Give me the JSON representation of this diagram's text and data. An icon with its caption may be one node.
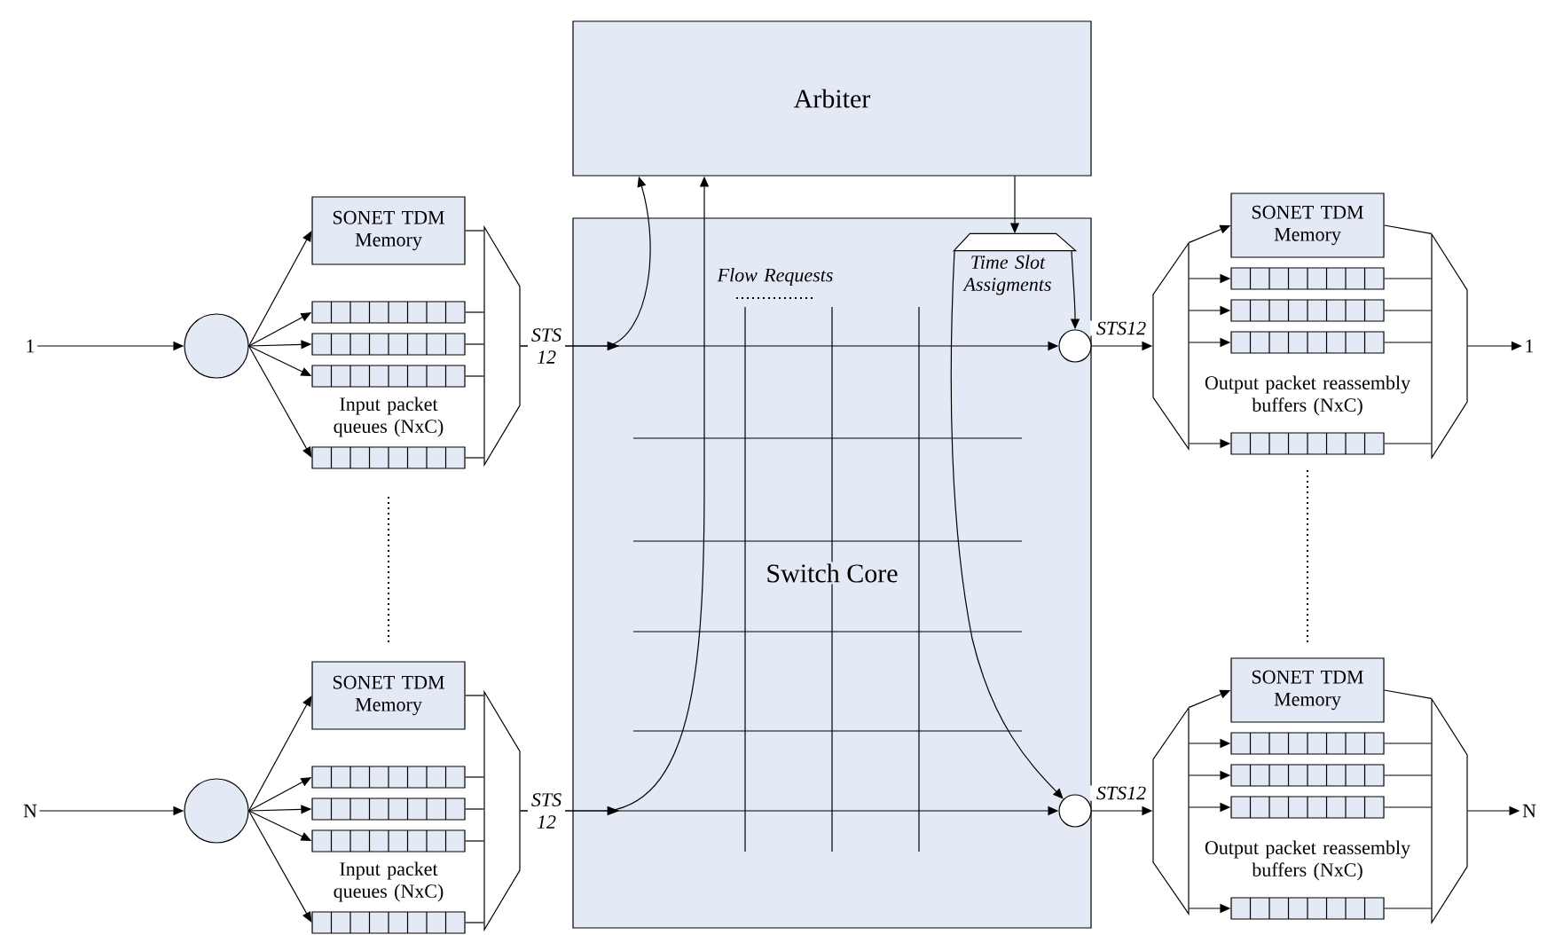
{
  "diagram": {
    "nodes": [
      {
        "text": [
          "1"
        ]
      },
      {
        "text": [],
        "shape": "circle"
      },
      {
        "text": [
          "SONET TDM Memory"
        ]
      },
      {
        "text": [],
        "shape": "bar"
      },
      {
        "text": [],
        "shape": "bar"
      },
      {
        "text": [],
        "shape": "bar"
      },
      {
        "text": [],
        "shape": "bar"
      },
      {
        "text": [],
        "shape": "trapezoid"
      },
      {
        "text": [
          "N"
        ]
      },
      {
        "text": [],
        "shape": "circle"
      },
      {
        "text": [
          "SONET TDM Memory"
        ]
      },
      {
        "text": [],
        "shape": "bar"
      },
      {
        "text": [],
        "shape": "bar"
      },
      {
        "text": [],
        "shape": "bar"
      },
      {
        "text": [],
        "shape": "bar"
      },
      {
        "text": [],
        "shape": "trapezoid"
      },
      {
        "text": [
          "Arbiter"
        ]
      },
      {
        "text": [
          "Switch Core"
        ]
      },
      {
        "text": [],
        "shape": "trapezoid",
        "in": 17
      },
      {
        "text": [],
        "shape": "circle",
        "in": 17
      },
      {
        "text": [],
        "shape": "circle",
        "in": 17
      },
      {
        "text": [],
        "shape": "trapezoid"
      },
      {
        "text": [
          "SONET TDM Memory"
        ]
      },
      {
        "text": [],
        "shape": "bar"
      },
      {
        "text": [],
        "shape": "bar"
      },
      {
        "text": [],
        "shape": "bar"
      },
      {
        "text": [],
        "shape": "bar"
      },
      {
        "text": [],
        "shape": "trapezoid"
      },
      {
        "text": [
          "1"
        ]
      },
      {
        "text": [],
        "shape": "trapezoid"
      },
      {
        "text": [
          "SONET TDM Memory"
        ]
      },
      {
        "text": [],
        "shape": "bar"
      },
      {
        "text": [],
        "shape": "bar"
      },
      {
        "text": [],
        "shape": "bar"
      },
      {
        "text": [],
        "shape": "bar"
      },
      {
        "text": [],
        "shape": "trapezoid"
      },
      {
        "text": [
          "N"
        ]
      }
    ],
    "edges": [
      {
        "from": 0,
        "to": 1,
        "arrow": "to"
      },
      {
        "from": 1,
        "to": 2,
        "arrow": "to"
      },
      {
        "from": 1,
        "to": 3,
        "arrow": "to"
      },
      {
        "from": 1,
        "to": 4,
        "arrow": "to"
      },
      {
        "from": 1,
        "to": 5,
        "arrow": "to"
      },
      {
        "from": 1,
        "to": 6,
        "arrow": "to"
      },
      {
        "from": 2,
        "to": 7,
        "arrow": "none"
      },
      {
        "from": 3,
        "to": 7,
        "arrow": "none"
      },
      {
        "from": 4,
        "to": 7,
        "arrow": "none"
      },
      {
        "from": 5,
        "to": 7,
        "arrow": "none"
      },
      {
        "from": 6,
        "to": 7,
        "arrow": "none"
      },
      {
        "from": 7,
        "to": 19,
        "arrow": "to",
        "label": "STS 12"
      },
      {
        "from": 7,
        "to": 16,
        "arrow": "to"
      },
      {
        "from": 8,
        "to": 9,
        "arrow": "to"
      },
      {
        "from": 9,
        "to": 10,
        "arrow": "to"
      },
      {
        "from": 9,
        "to": 11,
        "arrow": "to"
      },
      {
        "from": 9,
        "to": 12,
        "arrow": "to"
      },
      {
        "from": 9,
        "to": 13,
        "arrow": "to"
      },
      {
        "from": 9,
        "to": 14,
        "arrow": "to"
      },
      {
        "from": 10,
        "to": 15,
        "arrow": "none"
      },
      {
        "from": 11,
        "to": 15,
        "arrow": "none"
      },
      {
        "from": 12,
        "to": 15,
        "arrow": "none"
      },
      {
        "from": 13,
        "to": 15,
        "arrow": "none"
      },
      {
        "from": 14,
        "to": 15,
        "arrow": "none"
      },
      {
        "from": 15,
        "to": 20,
        "arrow": "to",
        "label": "STS 12"
      },
      {
        "from": 15,
        "to": 16,
        "arrow": "to"
      },
      {
        "from": 16,
        "to": 18,
        "arrow": "to"
      },
      {
        "from": 18,
        "to": 19,
        "arrow": "to"
      },
      {
        "from": 18,
        "to": 20,
        "arrow": "to"
      },
      {
        "from": 19,
        "to": 21,
        "arrow": "to",
        "label": "STS12"
      },
      {
        "from": 21,
        "to": 22,
        "arrow": "to"
      },
      {
        "from": 21,
        "to": 23,
        "arrow": "to"
      },
      {
        "from": 21,
        "to": 24,
        "arrow": "to"
      },
      {
        "from": 21,
        "to": 25,
        "arrow": "to"
      },
      {
        "from": 21,
        "to": 26,
        "arrow": "to"
      },
      {
        "from": 22,
        "to": 27,
        "arrow": "none"
      },
      {
        "from": 23,
        "to": 27,
        "arrow": "none"
      },
      {
        "from": 24,
        "to": 27,
        "arrow": "none"
      },
      {
        "from": 25,
        "to": 27,
        "arrow": "none"
      },
      {
        "from": 26,
        "to": 27,
        "arrow": "none"
      },
      {
        "from": 27,
        "to": 28,
        "arrow": "to"
      },
      {
        "from": 20,
        "to": 29,
        "arrow": "to",
        "label": "STS12"
      },
      {
        "from": 29,
        "to": 30,
        "arrow": "to"
      },
      {
        "from": 29,
        "to": 31,
        "arrow": "to"
      },
      {
        "from": 29,
        "to": 32,
        "arrow": "to"
      },
      {
        "from": 29,
        "to": 33,
        "arrow": "to"
      },
      {
        "from": 29,
        "to": 34,
        "arrow": "to"
      },
      {
        "from": 30,
        "to": 35,
        "arrow": "none"
      },
      {
        "from": 31,
        "to": 35,
        "arrow": "none"
      },
      {
        "from": 32,
        "to": 35,
        "arrow": "none"
      },
      {
        "from": 33,
        "to": 35,
        "arrow": "none"
      },
      {
        "from": 34,
        "to": 35,
        "arrow": "none"
      },
      {
        "from": 35,
        "to": 36,
        "arrow": "to"
      }
    ],
    "labels": [
      "Flow Requests",
      "Time Slot Assigments",
      "Input packet queues (NxC)",
      "Output packet reassembly buffers (NxC)",
      "Input packet queues (NxC)",
      "Output packet reassembly buffers (NxC)"
    ]
  }
}
